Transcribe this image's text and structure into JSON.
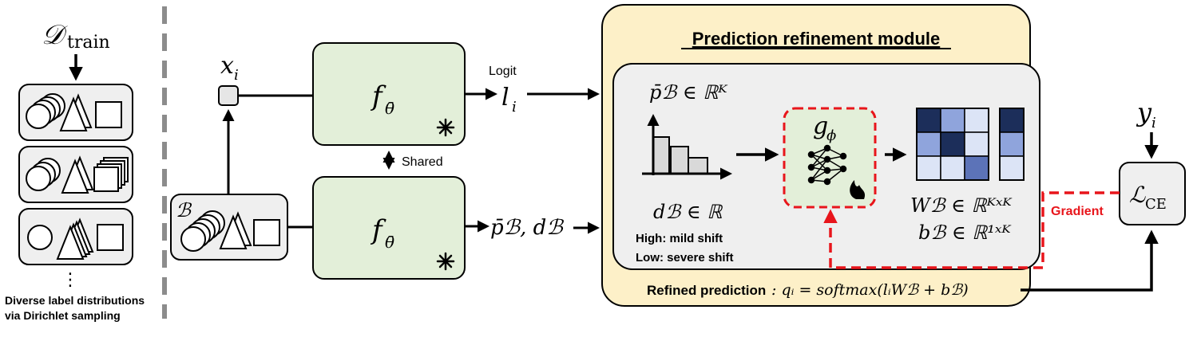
{
  "left": {
    "dataset_label": "𝒟",
    "dataset_sub": "train",
    "dots": "⋮",
    "caption_line1": "Diverse label distributions",
    "caption_line2": "via Dirichlet sampling"
  },
  "input": {
    "x_label": "x",
    "x_sub": "i",
    "batch_label": "ℬ"
  },
  "model": {
    "f_top": "f",
    "f_sub": "θ̄",
    "shared_label": "Shared",
    "logit_label": "Logit",
    "l_label": "l",
    "l_sub": "i",
    "pd_label": "p̄ℬ, dℬ"
  },
  "module": {
    "title": "Prediction refinement module",
    "p_bar_label": "p̄ℬ ∈ ℝᴷ",
    "d_label": "dℬ ∈ ℝ",
    "high_label": "High: mild shift",
    "low_label": "Low: severe shift",
    "g_label": "g",
    "g_sub": "ϕ",
    "W_label": "Wℬ ∈ ℝᴷˣᴷ",
    "b_label": "bℬ ∈ ℝ¹ˣᴷ",
    "refined_bold": "Refined prediction",
    "refined_formula": ": qᵢ = softmax(lᵢWℬ + bℬ)"
  },
  "loss": {
    "y_label": "y",
    "y_sub": "i",
    "loss_label": "ℒ",
    "loss_sub": "CE",
    "gradient_label": "Gradient"
  },
  "colors": {
    "module_bg": "#fdf0c8",
    "inner_bg": "#efefef",
    "model_bg": "#e3efd9",
    "gradient": "#e8151b",
    "matrix_dark": "#1c2e5a",
    "matrix_mid": "#8fa4dc",
    "matrix_light": "#dce4f6"
  }
}
